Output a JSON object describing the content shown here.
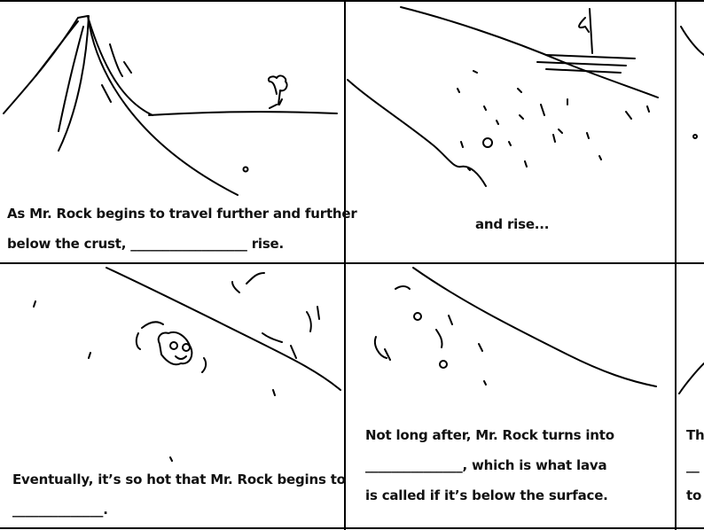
{
  "panels": [
    {
      "lines": [
        "As Mr. Rock begins to travel further and further",
        "below the crust, __________________ rise."
      ]
    },
    {
      "lines": [
        "and rise..."
      ]
    },
    {
      "lines": []
    },
    {
      "lines": []
    },
    {
      "lines": [
        "Eventually, it’s so hot that Mr. Rock begins to",
        "______________."
      ]
    },
    {
      "lines": [
        "Not long after, Mr. Rock turns into",
        "_______________, which is what lava",
        "is called if it’s below the surface."
      ]
    },
    {
      "lines": [
        "Th",
        "__",
        "to"
      ]
    }
  ]
}
